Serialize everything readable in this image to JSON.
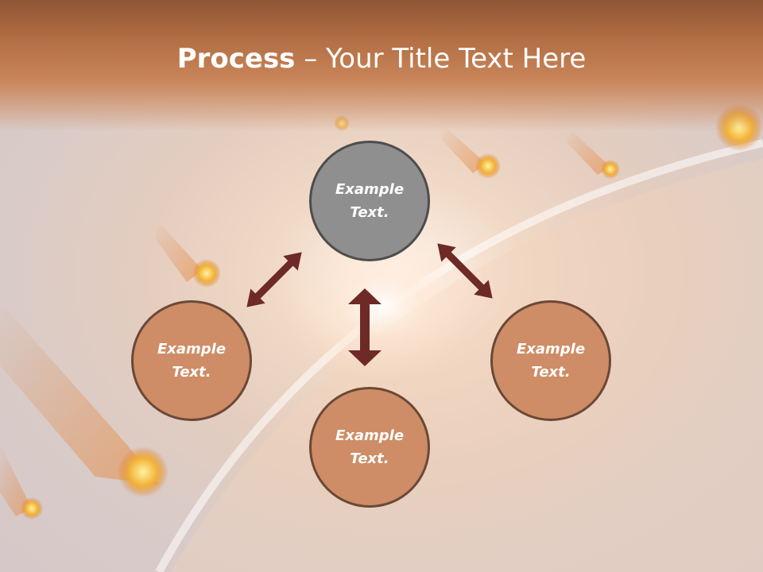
{
  "title": {
    "bold": "Process",
    "rest": " – Your Title Text Here"
  },
  "nodes": {
    "top": "Example Text.",
    "left": "Example Text.",
    "right": "Example Text.",
    "bottom": "Example Text."
  },
  "colors": {
    "header": "#b36e44",
    "circle_fill": "#ce8d66",
    "circle_border": "#6b4837",
    "center_fill": "#8f8f8f",
    "arrow": "#6e2a26"
  }
}
